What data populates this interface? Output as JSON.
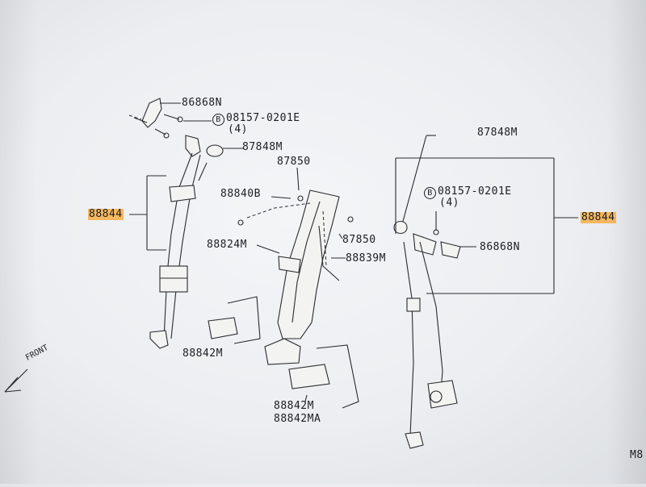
{
  "labels": {
    "l86868n_left": "86868N",
    "l08157_left": "08157-0201E",
    "l4_left": "(4)",
    "l87848m_left": "87848M",
    "l87850_top": "87850",
    "l88840b": "88840B",
    "l88844_left": "88844",
    "l88824m": "88824M",
    "l87850_mid": "87850",
    "l88839m": "88839M",
    "l88842m_left": "88842M",
    "l88842m_bottom": "88842M",
    "l88842ma": "88842MA",
    "l87848m_right": "87848M",
    "l08157_right": "08157-0201E",
    "l4_right": "(4)",
    "l86868n_right": "86868N",
    "l88844_right": "88844",
    "bolt_symbol": "B",
    "front": "FRONT",
    "corner": "M8"
  },
  "colors": {
    "highlight": "#f5b860",
    "line": "#2a2a30"
  }
}
